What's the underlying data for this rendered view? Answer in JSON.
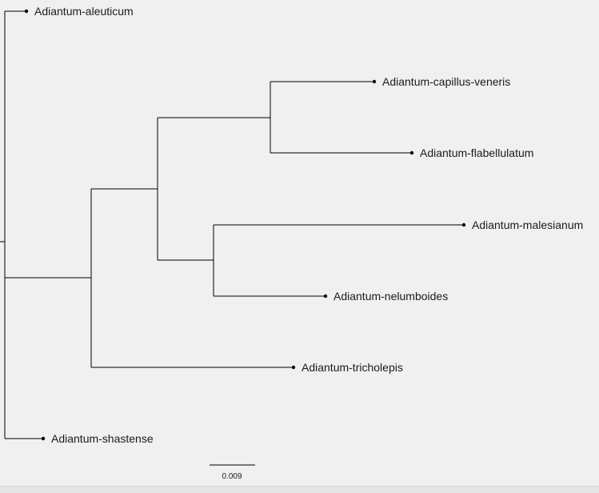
{
  "tree": {
    "tips": [
      "Adiantum-aleuticum",
      "Adiantum-capillus-veneris",
      "Adiantum-flabellulatum",
      "Adiantum-malesianum",
      "Adiantum-nelumboides",
      "Adiantum-tricholepis",
      "Adiantum-shastense"
    ]
  },
  "scale_bar": {
    "label": "0.009"
  }
}
